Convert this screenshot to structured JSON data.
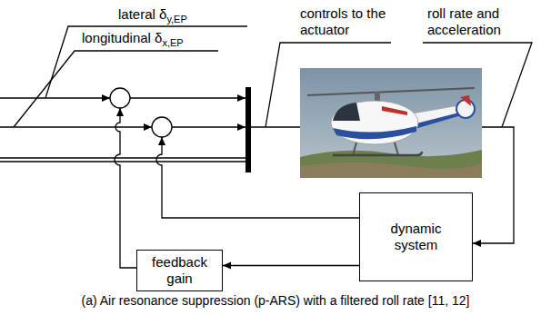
{
  "diagram": {
    "caption": "(a) Air resonance suppression (p-ARS) with a filtered roll rate [11, 12]",
    "nodes": [
      {
        "text": [
          "dynamic system"
        ]
      },
      {
        "text": [
          "feedback gain"
        ]
      }
    ],
    "edges": [
      {
        "from": 0,
        "to": 1,
        "arrow": "to"
      }
    ],
    "labels": [
      "lateral δ",
      "y,EP",
      "longitudinal δ",
      "x,EP",
      "controls to the actuator",
      "roll rate and acceleration"
    ]
  }
}
